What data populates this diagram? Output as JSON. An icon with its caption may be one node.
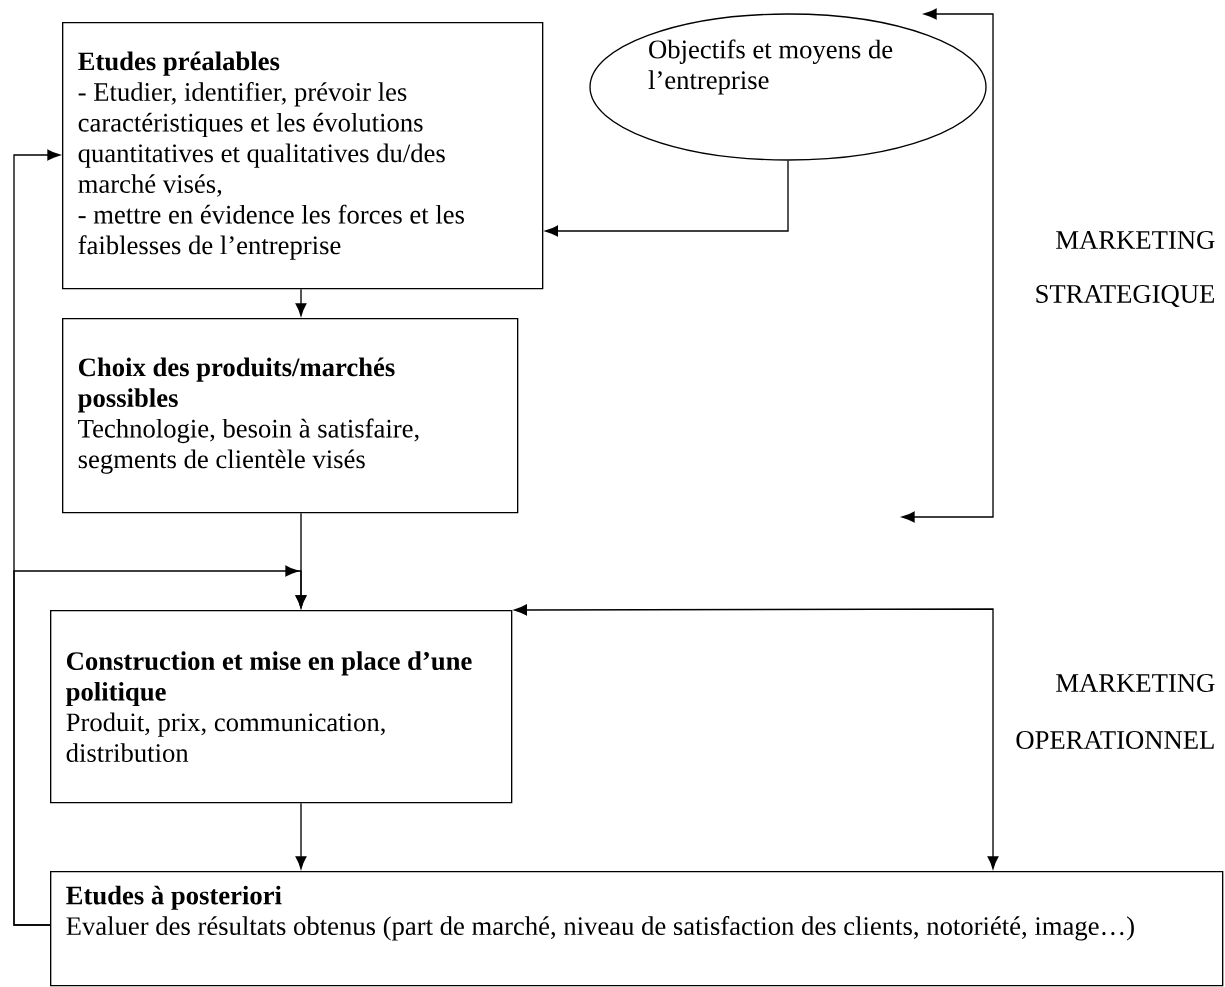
{
  "diagram": {
    "nodes": [
      {
        "text": [
          "Etudes préalables",
          "- Etudier, identifier, prévoir les caractéristiques et les évolutions quantitatives et qualitatives du/des marché visés,",
          "- mettre en évidence les forces et les faiblesses de l’entreprise"
        ]
      },
      {
        "text": [
          "Objectifs et moyens de l’entreprise"
        ]
      },
      {
        "text": [
          "Choix des produits/marchés possibles",
          "Technologie, besoin à satisfaire, segments de clientèle visés"
        ]
      },
      {
        "text": [
          "Construction et mise en place d’une politique",
          "Produit, prix, communication, distribution"
        ]
      },
      {
        "text": [
          "Etudes à posteriori",
          "Evaluer des résultats obtenus (part de marché, niveau de satisfaction des clients, notoriété, image…)"
        ]
      }
    ],
    "edges": [
      {
        "from": 1,
        "to": 0,
        "arrow": "to"
      },
      {
        "from": 0,
        "to": 2,
        "arrow": "to"
      },
      {
        "from": 2,
        "to": 3,
        "arrow": "to"
      },
      {
        "from": 3,
        "to": 4,
        "arrow": "to"
      },
      {
        "from": 3,
        "to": 4,
        "arrow": "both"
      },
      {
        "from": 4,
        "to": 0,
        "arrow": "to"
      },
      {
        "from": 4,
        "to": 3,
        "arrow": "to"
      }
    ],
    "labels": [
      "MARKETING",
      "STRATEGIQUE",
      "MARKETING",
      "OPERATIONNEL"
    ]
  }
}
